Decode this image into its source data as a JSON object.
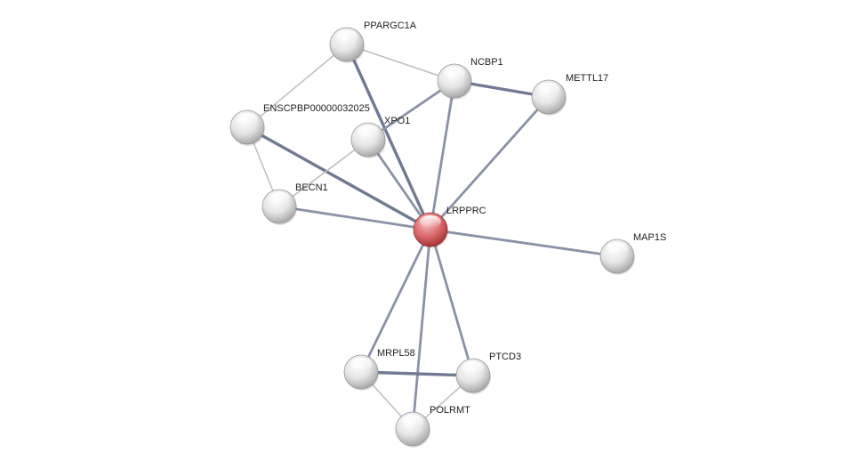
{
  "network": {
    "center_node": "LRPPRC",
    "nodes": [
      {
        "id": "PPARGC1A",
        "label": "PPARGC1A",
        "highlight": false
      },
      {
        "id": "NCBP1",
        "label": "NCBP1",
        "highlight": false
      },
      {
        "id": "METTL17",
        "label": "METTL17",
        "highlight": false
      },
      {
        "id": "ENSCPBP00000032025",
        "label": "ENSCPBP00000032025",
        "highlight": false
      },
      {
        "id": "XPO1",
        "label": "XPO1",
        "highlight": false
      },
      {
        "id": "BECN1",
        "label": "BECN1",
        "highlight": false
      },
      {
        "id": "LRPPRC",
        "label": "LRPPRC",
        "highlight": true
      },
      {
        "id": "MAP1S",
        "label": "MAP1S",
        "highlight": false
      },
      {
        "id": "MRPL58",
        "label": "MRPL58",
        "highlight": false
      },
      {
        "id": "PTCD3",
        "label": "PTCD3",
        "highlight": false
      },
      {
        "id": "POLRMT",
        "label": "POLRMT",
        "highlight": false
      }
    ],
    "edges": [
      {
        "source": "PPARGC1A",
        "target": "ENSCPBP00000032025",
        "strength": "weak"
      },
      {
        "source": "PPARGC1A",
        "target": "NCBP1",
        "strength": "weak"
      },
      {
        "source": "PPARGC1A",
        "target": "LRPPRC",
        "strength": "strong"
      },
      {
        "source": "NCBP1",
        "target": "METTL17",
        "strength": "strong"
      },
      {
        "source": "NCBP1",
        "target": "XPO1",
        "strength": "medium"
      },
      {
        "source": "NCBP1",
        "target": "LRPPRC",
        "strength": "medium"
      },
      {
        "source": "METTL17",
        "target": "LRPPRC",
        "strength": "medium"
      },
      {
        "source": "ENSCPBP00000032025",
        "target": "BECN1",
        "strength": "weak"
      },
      {
        "source": "ENSCPBP00000032025",
        "target": "LRPPRC",
        "strength": "strong"
      },
      {
        "source": "XPO1",
        "target": "BECN1",
        "strength": "weak"
      },
      {
        "source": "XPO1",
        "target": "LRPPRC",
        "strength": "medium"
      },
      {
        "source": "BECN1",
        "target": "LRPPRC",
        "strength": "medium"
      },
      {
        "source": "LRPPRC",
        "target": "MAP1S",
        "strength": "medium"
      },
      {
        "source": "LRPPRC",
        "target": "MRPL58",
        "strength": "medium"
      },
      {
        "source": "LRPPRC",
        "target": "PTCD3",
        "strength": "medium"
      },
      {
        "source": "LRPPRC",
        "target": "POLRMT",
        "strength": "medium"
      },
      {
        "source": "MRPL58",
        "target": "PTCD3",
        "strength": "strong"
      },
      {
        "source": "MRPL58",
        "target": "POLRMT",
        "strength": "weak"
      },
      {
        "source": "PTCD3",
        "target": "POLRMT",
        "strength": "weak"
      }
    ],
    "colors": {
      "edge_strong": "#707a92",
      "edge_medium": "#8a92a8",
      "edge_weak": "#bcbcc4",
      "node_fill": "#ececec",
      "node_highlight_fill": "#d9686c"
    }
  }
}
